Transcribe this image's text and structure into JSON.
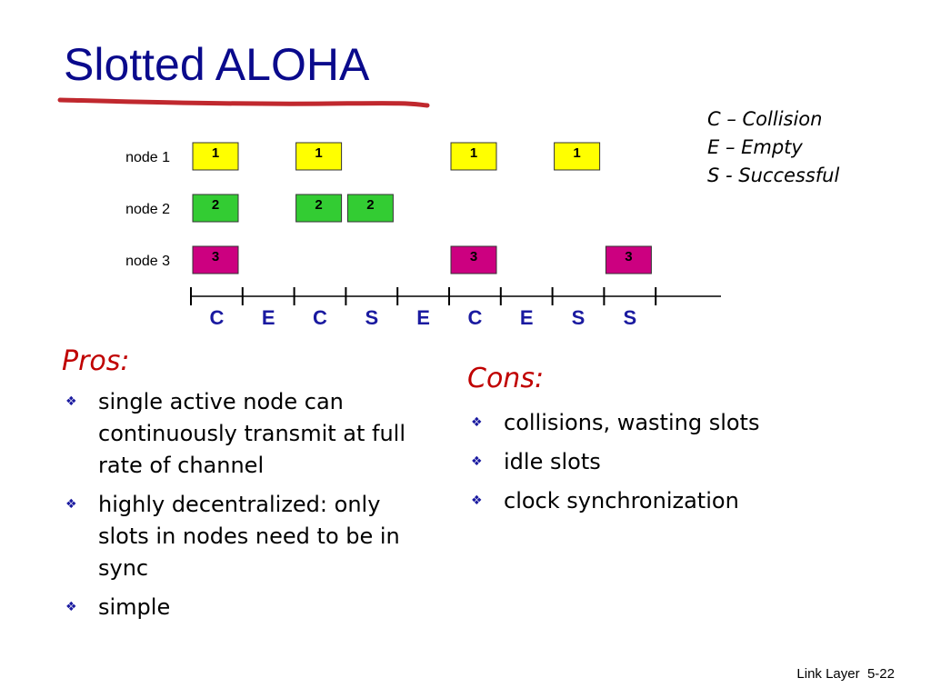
{
  "title": "Slotted ALOHA",
  "colors": {
    "title": "#0a0a8c",
    "underline": "#c0282e",
    "node1": "#ffff00",
    "node2": "#33cc33",
    "node3": "#cc0080",
    "outcome": "#1a1aa0",
    "heading": "#c00000"
  },
  "legend": [
    "C – Collision",
    "E – Empty",
    "S - Successful"
  ],
  "diagram": {
    "nodes": [
      {
        "label": "node 1",
        "color": "#ffff00",
        "slots": [
          0,
          2,
          5,
          7
        ]
      },
      {
        "label": "node 2",
        "color": "#33cc33",
        "slots": [
          0,
          2,
          3
        ]
      },
      {
        "label": "node 3",
        "color": "#cc0080",
        "slots": [
          0,
          5,
          8
        ]
      }
    ],
    "box_labels": [
      "1",
      "2",
      "3"
    ],
    "slot_outcomes": [
      "C",
      "E",
      "C",
      "S",
      "E",
      "C",
      "E",
      "S",
      "S"
    ]
  },
  "pros": {
    "heading": "Pros:",
    "items": [
      "single active node can continuously transmit at full rate of channel",
      "highly decentralized: only slots in nodes need to be in sync",
      "simple"
    ]
  },
  "cons": {
    "heading": "Cons:",
    "items": [
      "collisions, wasting slots",
      "idle slots",
      "clock synchronization"
    ]
  },
  "bullet_icon": "diamond-cluster-icon",
  "footer": {
    "chapter": "Link Layer",
    "page": "5-22"
  }
}
